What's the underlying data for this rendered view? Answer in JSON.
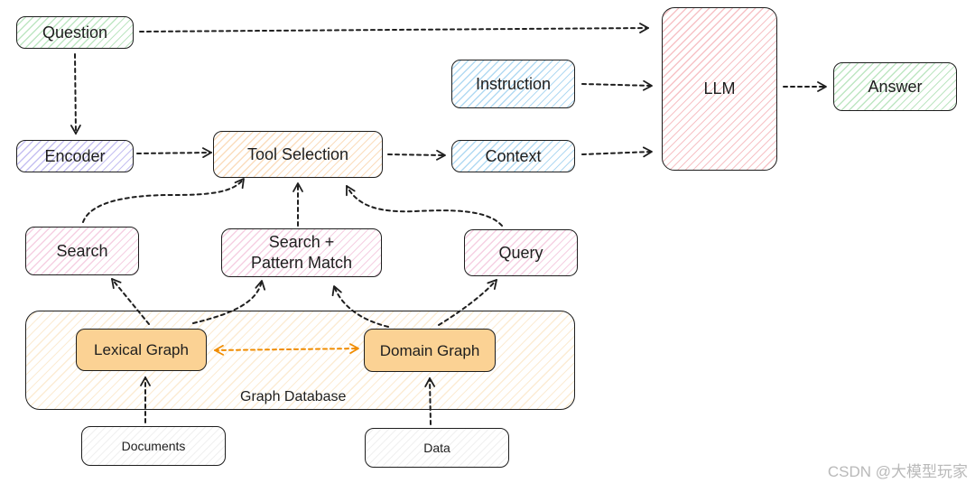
{
  "nodes": {
    "question": "Question",
    "encoder": "Encoder",
    "tool_selection": "Tool Selection",
    "instruction": "Instruction",
    "context": "Context",
    "llm": "LLM",
    "answer": "Answer",
    "search": "Search",
    "search_pattern": "Search +\nPattern Match",
    "query": "Query",
    "lexical_graph": "Lexical Graph",
    "domain_graph": "Domain Graph",
    "documents": "Documents",
    "data": "Data"
  },
  "graph_database_label": "Graph Database",
  "watermark": "CSDN @大模型玩家",
  "colors": {
    "stroke": "#1e1e1e",
    "bidirectional_arrow": "#f08c00",
    "graph_node_fill": "#fbd294"
  }
}
